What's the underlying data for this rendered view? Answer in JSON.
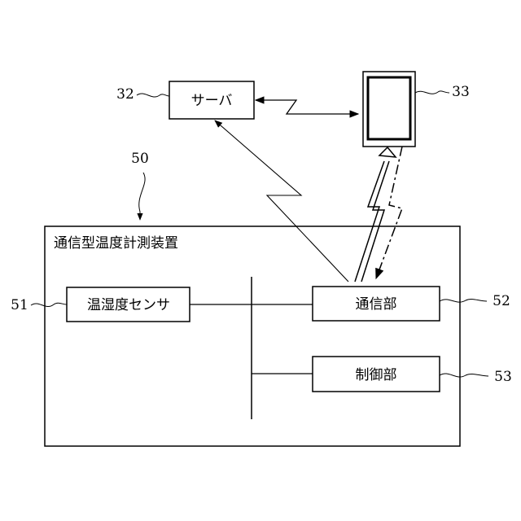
{
  "diagram": {
    "server": {
      "label": "サーバ",
      "ref": "32"
    },
    "terminal": {
      "ref": "33"
    },
    "device": {
      "label": "通信型温度計測装置",
      "ref": "50"
    },
    "sensor": {
      "label": "温湿度センサ",
      "ref": "51"
    },
    "comm_unit": {
      "label": "通信部",
      "ref": "52"
    },
    "control_unit": {
      "label": "制御部",
      "ref": "53"
    }
  }
}
